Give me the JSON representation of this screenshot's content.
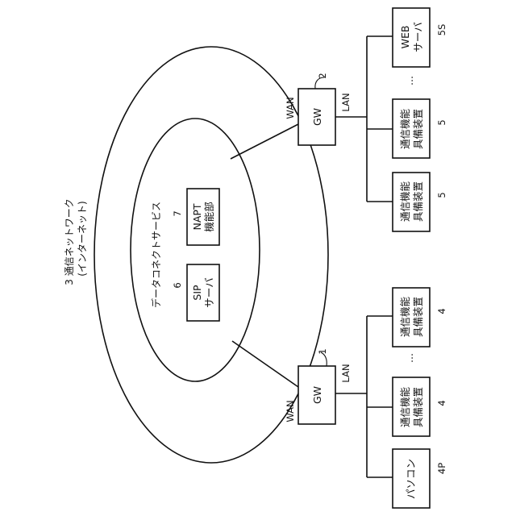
{
  "network": {
    "ref": "3",
    "name": "通信ネットワーク",
    "subname": "(インターネット)"
  },
  "service": {
    "name": "データコネクトサービス"
  },
  "sip": {
    "ref": "6",
    "line1": "SIP",
    "line2": "サーバ"
  },
  "napt": {
    "ref": "7",
    "line1": "NAPT",
    "line2": "機能部"
  },
  "gw1": {
    "ref": "1",
    "label": "GW",
    "wan": "WAN",
    "lan": "LAN"
  },
  "gw2": {
    "ref": "2",
    "label": "GW",
    "wan": "WAN",
    "lan": "LAN"
  },
  "lower_devices": [
    {
      "ref": "4P",
      "lines": [
        "パソコン"
      ]
    },
    {
      "ref": "4",
      "lines": [
        "通信機能",
        "具備装置"
      ]
    },
    {
      "ref": "4",
      "lines": [
        "通信機能",
        "具備装置"
      ]
    }
  ],
  "upper_devices": [
    {
      "ref": "5",
      "lines": [
        "通信機能",
        "具備装置"
      ]
    },
    {
      "ref": "5",
      "lines": [
        "通信機能",
        "具備装置"
      ]
    },
    {
      "ref": "5S",
      "lines": [
        "WEB",
        "サーバ"
      ]
    }
  ],
  "ellipsis": "…"
}
